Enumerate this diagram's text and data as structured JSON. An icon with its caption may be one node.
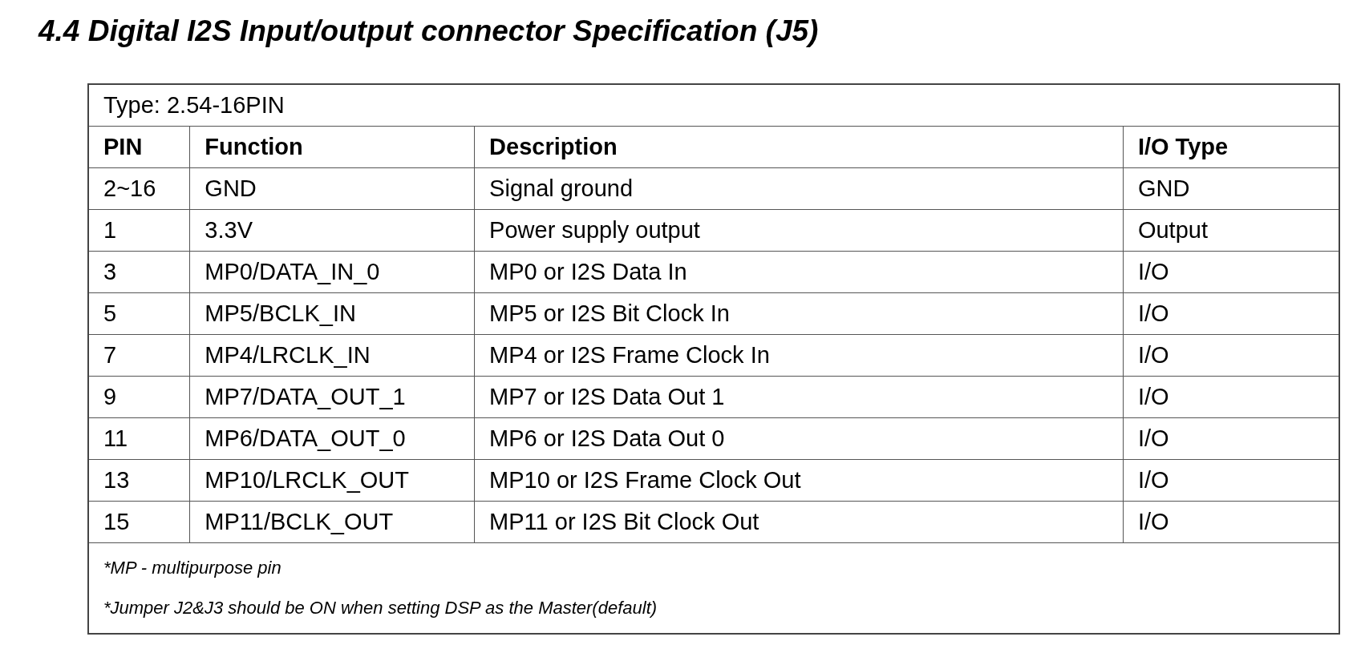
{
  "diagram": {
    "title": "4.4 Digital I2S Input/output connector Specification (J5)",
    "labels": [
      "Type: 2.54-16PIN",
      "PIN",
      "Function",
      "Description",
      "I/O Type",
      "2~16",
      "GND",
      "Signal ground",
      "GND",
      "1",
      "3.3V",
      "Power supply output",
      "Output",
      "3",
      "MP0/DATA_IN_0",
      "MP0 or I2S Data In",
      "I/O",
      "5",
      "MP5/BCLK_IN",
      "MP5 or I2S Bit Clock In",
      "I/O",
      "7",
      "MP4/LRCLK_IN",
      "MP4 or I2S Frame Clock In",
      "I/O",
      "9",
      "MP7/DATA_OUT_1",
      "MP7 or I2S Data Out 1",
      "I/O",
      "11",
      "MP6/DATA_OUT_0",
      "MP6 or I2S Data Out 0",
      "I/O",
      "13",
      "MP10/LRCLK_OUT",
      "MP10 or I2S Frame Clock Out",
      "I/O",
      "15",
      "MP11/BCLK_OUT",
      "MP11 or I2S Bit Clock Out",
      "I/O",
      "*MP - multipurpose pin",
      "*Jumper J2&J3 should be ON when setting DSP as the Master(default)"
    ]
  }
}
